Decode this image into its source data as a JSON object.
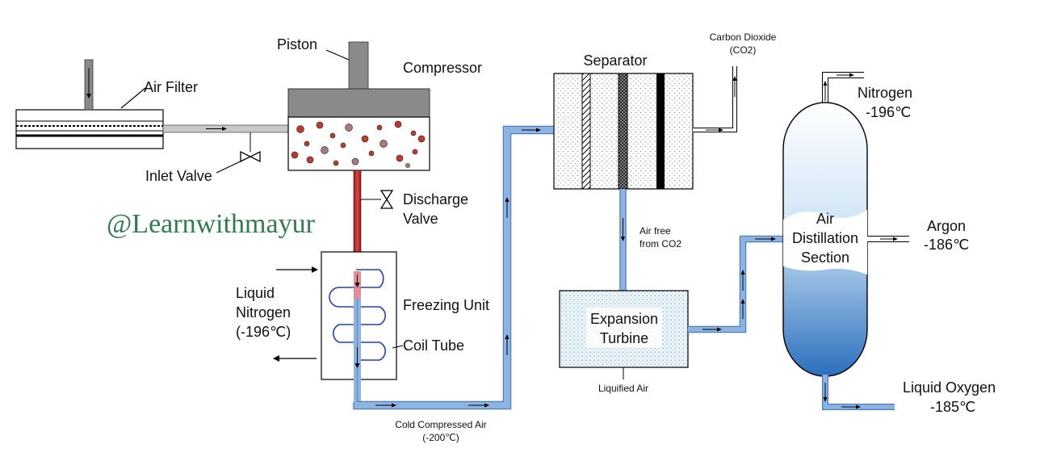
{
  "watermark": "@Learnwithmayur",
  "labels": {
    "air_filter": "Air Filter",
    "piston": "Piston",
    "compressor": "Compressor",
    "inlet_valve": "Inlet Valve",
    "discharge_valve_1": "Discharge",
    "discharge_valve_2": "Valve",
    "liquid_nitrogen_1": "Liquid",
    "liquid_nitrogen_2": "Nitrogen",
    "liquid_nitrogen_3": "(-196℃)",
    "freezing_unit": "Freezing Unit",
    "coil_tube": "Coil Tube",
    "cold_air_1": "Cold Compressed Air",
    "cold_air_2": "(-200℃)",
    "separator": "Separator",
    "co2_1": "Carbon Dioxide",
    "co2_2": "(CO2)",
    "air_free_1": "Air free",
    "air_free_2": "from CO2",
    "expansion_1": "Expansion",
    "expansion_2": "Turbine",
    "liquified_air": "Liquified Air",
    "distill_1": "Air",
    "distill_2": "Distillation",
    "distill_3": "Section",
    "nitrogen_1": "Nitrogen",
    "nitrogen_2": "-196℃",
    "argon_1": "Argon",
    "argon_2": "-186℃",
    "oxygen_1": "Liquid Oxygen",
    "oxygen_2": "-185℃"
  },
  "colors": {
    "pipe_blue": "#8db3e2",
    "hot_pipe_red": "#c0392b",
    "compressor_gray": "#808080",
    "watermark_green": "#2e7d4f",
    "coil_blue": "#1f3fcc",
    "column_top": "#e6f1fb",
    "column_bottom": "#2f74c0"
  }
}
